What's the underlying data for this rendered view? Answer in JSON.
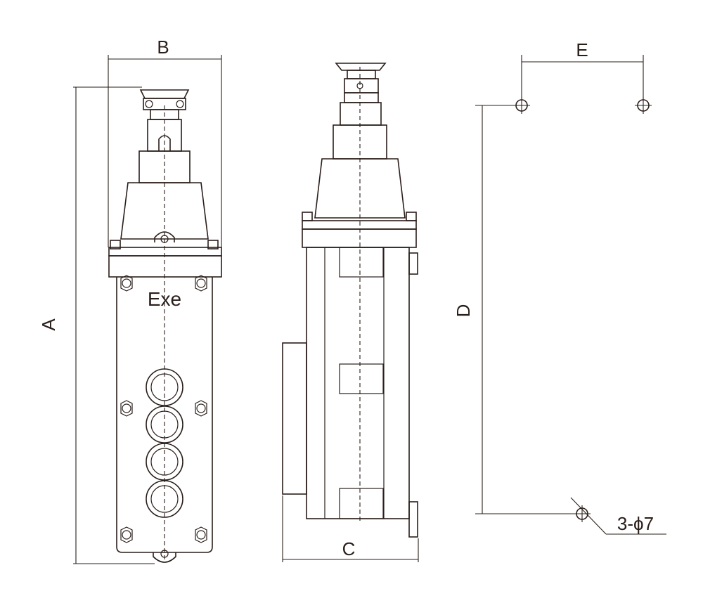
{
  "dimensions": {
    "a": "A",
    "b": "B",
    "c": "C",
    "d": "D",
    "e": "E"
  },
  "marking": "Exe",
  "hole_callout": "3-ϕ7"
}
